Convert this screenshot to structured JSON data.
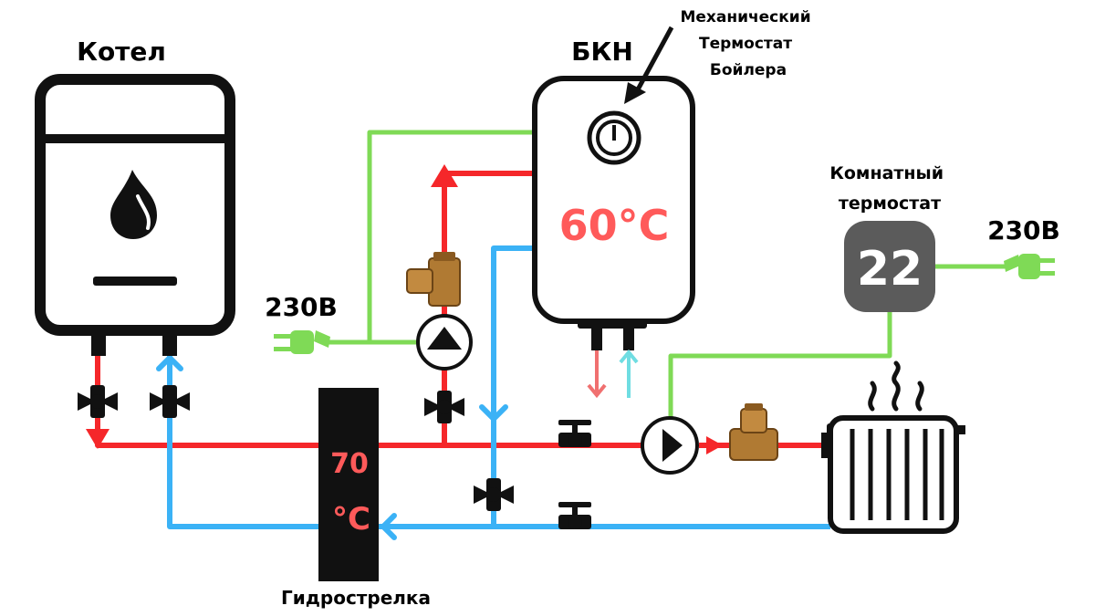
{
  "labels": {
    "boiler": "Котел",
    "bkn": "БКН",
    "mech_thermostat": [
      "Механический",
      "Термостат",
      "Бойлера"
    ],
    "room_thermostat": [
      "Комнатный",
      "термостат"
    ],
    "power_left": "230В",
    "power_right": "230В",
    "hydro_separator": "Гидрострелка"
  },
  "values": {
    "bkn_temp": "60°C",
    "room_temp": "22",
    "hydro_temp_num": "70",
    "hydro_temp_unit": "°C"
  },
  "colors": {
    "supply": "#f5272a",
    "return": "#3bb2f6",
    "power": "#7fda56",
    "outline": "#111111",
    "temp_text": "#ff5a5a",
    "thermostat_bg": "#5b5b5b",
    "brass": "#b07a33",
    "hot_out": "#f07070",
    "cold_in": "#6fdde2"
  }
}
